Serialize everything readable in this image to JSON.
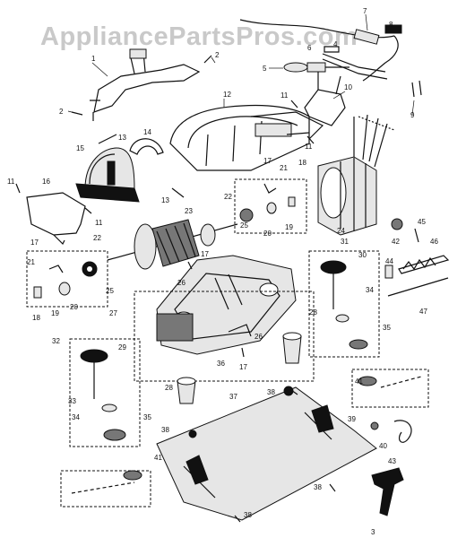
{
  "watermark": "AppliancePartsPros.com",
  "callouts": {
    "c1": "1",
    "c2a": "2",
    "c2b": "2",
    "c3": "3",
    "c4": "4",
    "c5": "5",
    "c6": "6",
    "c7": "7",
    "c8": "8",
    "c9": "9",
    "c10": "10",
    "c11a": "11",
    "c11b": "11",
    "c11c": "11",
    "c11d": "11",
    "c12": "12",
    "c13a": "13",
    "c13b": "13",
    "c14": "14",
    "c15": "15",
    "c16": "16",
    "c17a": "17",
    "c17b": "17",
    "c17c": "17",
    "c17d": "17",
    "c18a": "18",
    "c18b": "18",
    "c19a": "19",
    "c19b": "19",
    "c20a": "20",
    "c20b": "20",
    "c21a": "21",
    "c21b": "21",
    "c22a": "22",
    "c22b": "22",
    "c23": "23",
    "c24": "24",
    "c25a": "25",
    "c25b": "25",
    "c26a": "26",
    "c26b": "26",
    "c27": "27",
    "c28a": "28",
    "c28b": "28",
    "c29": "29",
    "c30": "30",
    "c31": "31",
    "c32": "32",
    "c33": "33",
    "c34a": "34",
    "c34b": "34",
    "c35a": "35",
    "c35b": "35",
    "c36": "36",
    "c37": "37",
    "c38a": "38",
    "c38b": "38",
    "c38c": "38",
    "c38d": "38",
    "c39": "39",
    "c40": "40",
    "c41a": "41",
    "c41b": "41",
    "c42": "42",
    "c43": "43",
    "c44": "44",
    "c45": "45",
    "c46": "46",
    "c47": "47"
  }
}
